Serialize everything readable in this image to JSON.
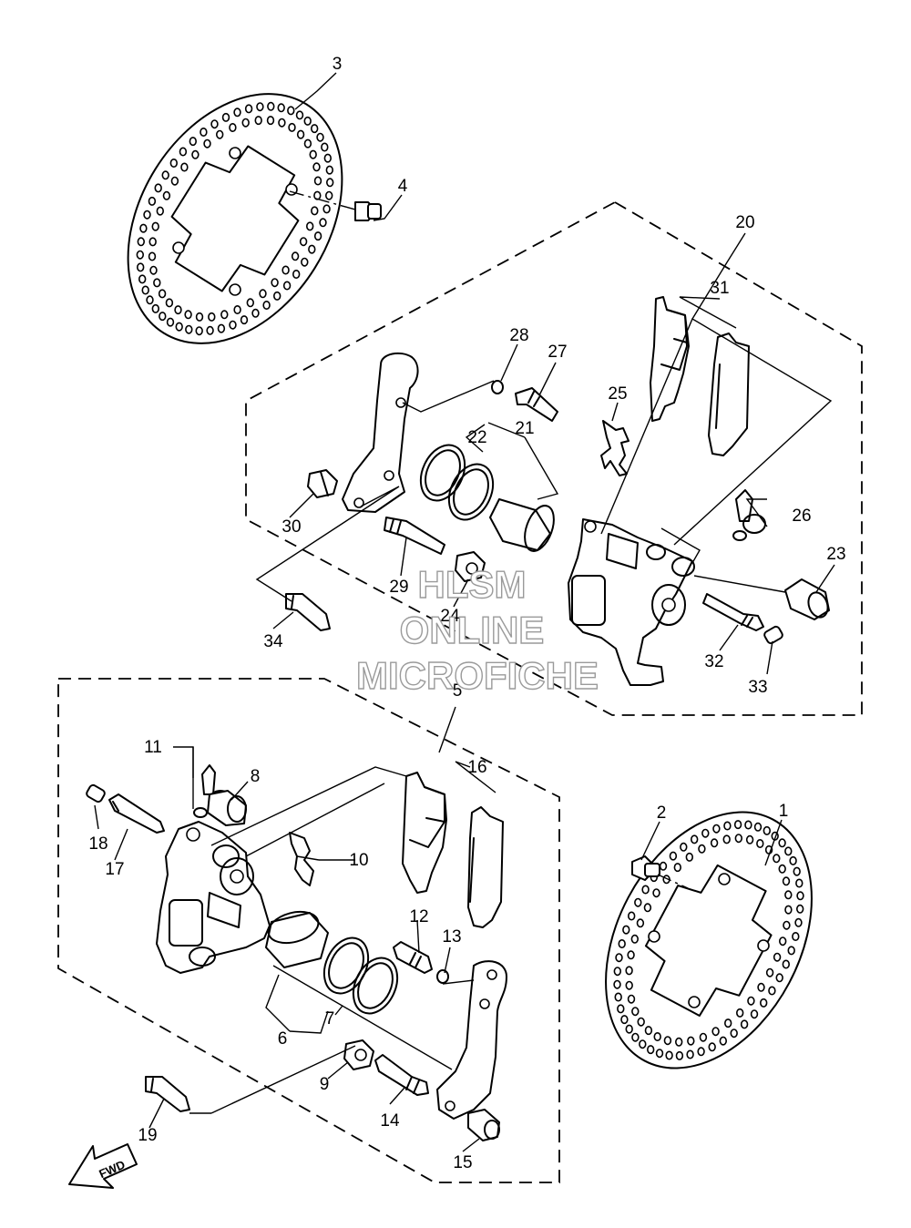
{
  "callouts": [
    {
      "id": "c1",
      "text": "1"
    },
    {
      "id": "c2",
      "text": "2"
    },
    {
      "id": "c3",
      "text": "3"
    },
    {
      "id": "c4",
      "text": "4"
    },
    {
      "id": "c5",
      "text": "5"
    },
    {
      "id": "c6",
      "text": "6"
    },
    {
      "id": "c7",
      "text": "7"
    },
    {
      "id": "c8",
      "text": "8"
    },
    {
      "id": "c9",
      "text": "9"
    },
    {
      "id": "c10",
      "text": "10"
    },
    {
      "id": "c11",
      "text": "11"
    },
    {
      "id": "c12",
      "text": "12"
    },
    {
      "id": "c13",
      "text": "13"
    },
    {
      "id": "c14",
      "text": "14"
    },
    {
      "id": "c15",
      "text": "15"
    },
    {
      "id": "c16",
      "text": "16"
    },
    {
      "id": "c17",
      "text": "17"
    },
    {
      "id": "c18",
      "text": "18"
    },
    {
      "id": "c19",
      "text": "19"
    },
    {
      "id": "c20",
      "text": "20"
    },
    {
      "id": "c21",
      "text": "21"
    },
    {
      "id": "c22",
      "text": "22"
    },
    {
      "id": "c23",
      "text": "23"
    },
    {
      "id": "c24",
      "text": "24"
    },
    {
      "id": "c25",
      "text": "25"
    },
    {
      "id": "c26",
      "text": "26"
    },
    {
      "id": "c27",
      "text": "27"
    },
    {
      "id": "c28",
      "text": "28"
    },
    {
      "id": "c29",
      "text": "29"
    },
    {
      "id": "c30",
      "text": "30"
    },
    {
      "id": "c31",
      "text": "31"
    },
    {
      "id": "c32",
      "text": "32"
    },
    {
      "id": "c33",
      "text": "33"
    },
    {
      "id": "c34",
      "text": "34"
    }
  ],
  "watermark": {
    "line1": "HLSM",
    "line2": "ONLINE",
    "line3": "MICROFICHE"
  },
  "direction_arrow": {
    "label": "FWD",
    "icon": "forward-arrow-icon"
  },
  "colors": {
    "ink": "#000000",
    "background": "#ffffff",
    "watermark": "#9a9a9a"
  }
}
